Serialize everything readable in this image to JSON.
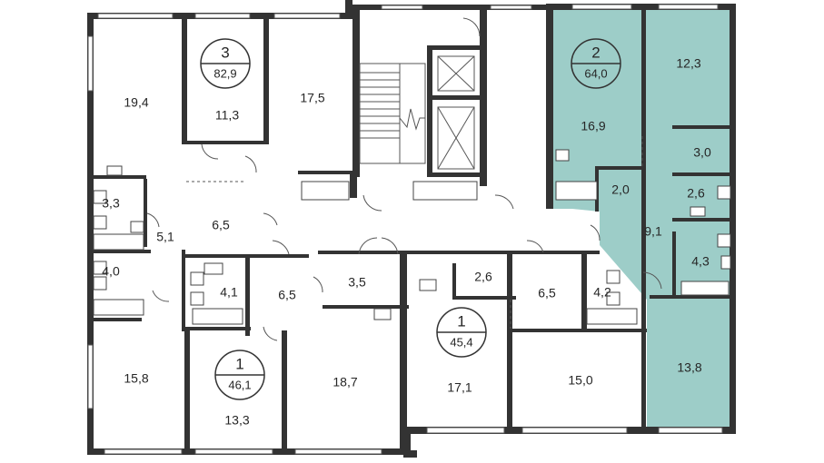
{
  "highlight_color": "#9dcdc8",
  "apartments": [
    {
      "id": "apt-3",
      "number": "3",
      "area": "82,9"
    },
    {
      "id": "apt-2",
      "number": "2",
      "area": "64,0"
    },
    {
      "id": "apt-1a",
      "number": "1",
      "area": "46,1"
    },
    {
      "id": "apt-1b",
      "number": "1",
      "area": "45,4"
    }
  ],
  "rooms": [
    {
      "id": "r19-4",
      "area": "19,4"
    },
    {
      "id": "r11-3",
      "area": "11,3"
    },
    {
      "id": "r17-5",
      "area": "17,5"
    },
    {
      "id": "r3-3",
      "area": "3,3"
    },
    {
      "id": "r5-1",
      "area": "5,1"
    },
    {
      "id": "r6-5a",
      "area": "6,5"
    },
    {
      "id": "r4-0",
      "area": "4,0"
    },
    {
      "id": "r15-8",
      "area": "15,8"
    },
    {
      "id": "r4-1",
      "area": "4,1"
    },
    {
      "id": "r6-5b",
      "area": "6,5"
    },
    {
      "id": "r3-5",
      "area": "3,5"
    },
    {
      "id": "r13-3",
      "area": "13,3"
    },
    {
      "id": "r18-7",
      "area": "18,7"
    },
    {
      "id": "r2-6a",
      "area": "2,6"
    },
    {
      "id": "r17-1",
      "area": "17,1"
    },
    {
      "id": "r6-5c",
      "area": "6,5"
    },
    {
      "id": "r4-2",
      "area": "4,2"
    },
    {
      "id": "r15-0",
      "area": "15,0"
    },
    {
      "id": "r16-9",
      "area": "16,9"
    },
    {
      "id": "r12-3",
      "area": "12,3"
    },
    {
      "id": "r3-0",
      "area": "3,0"
    },
    {
      "id": "r2-0",
      "area": "2,0"
    },
    {
      "id": "r2-6b",
      "area": "2,6"
    },
    {
      "id": "r9-1",
      "area": "9,1"
    },
    {
      "id": "r4-3",
      "area": "4,3"
    },
    {
      "id": "r13-8",
      "area": "13,8"
    }
  ]
}
